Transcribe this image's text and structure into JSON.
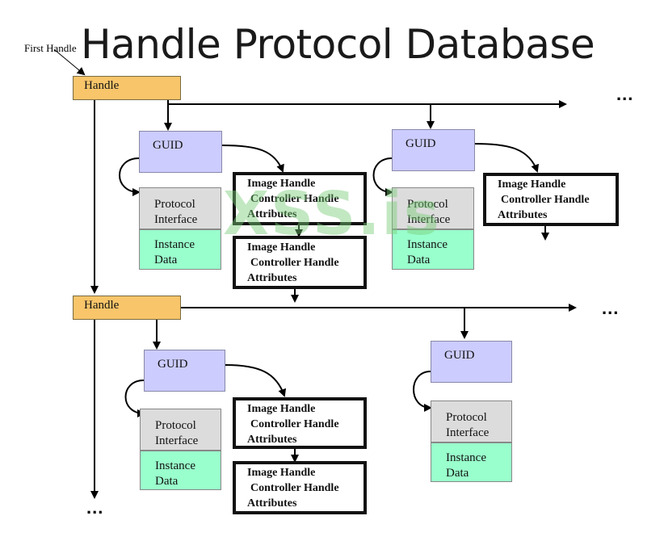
{
  "title": "Handle Protocol Database",
  "first_handle_label": "First Handle",
  "watermark": "XSS.is",
  "ellipsis": "...",
  "handle_label": "Handle",
  "guid_label": "GUID",
  "protocol_interface": [
    "Protocol",
    "Interface"
  ],
  "instance_data": [
    "Instance",
    "Data"
  ],
  "attributes": [
    "Image Handle",
    "Controller Handle",
    "Attributes"
  ],
  "colors": {
    "handle": "#f8c56a",
    "guid": "#ccccff",
    "protocol_interface": "#dcdcdc",
    "instance_data": "#99ffcc",
    "arrow": "#000000"
  }
}
